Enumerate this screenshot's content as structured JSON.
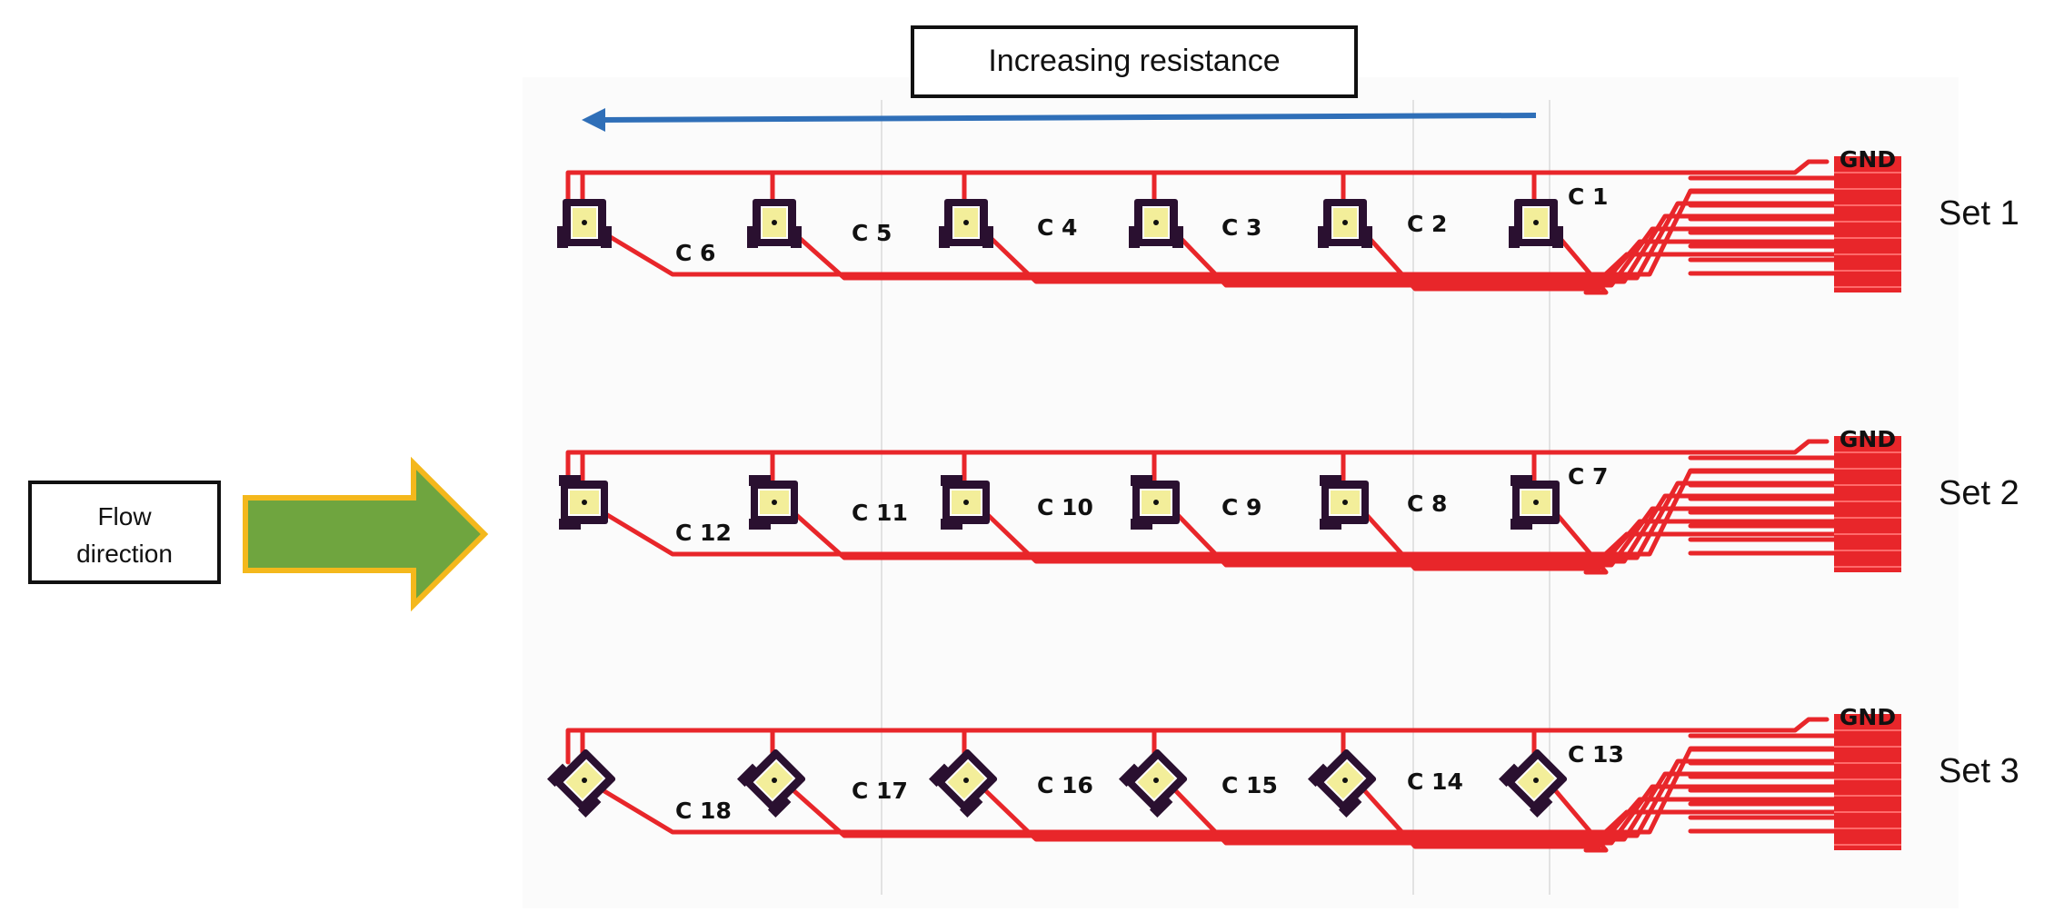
{
  "top_label": "Increasing resistance",
  "flow_label": {
    "line1": "Flow",
    "line2": "direction"
  },
  "gnd_label": "GND",
  "colors": {
    "trace": "#e8262a",
    "arrow_blue": "#2f6fb8",
    "arrow_green": "#6fa53f",
    "arrow_outline": "#f4b81c",
    "component": "#2a1030",
    "pad": "#f3ee9a"
  },
  "sets": [
    {
      "label": "Set 1",
      "rotation": 0,
      "capacitors": [
        "C 1",
        "C 2",
        "C 3",
        "C 4",
        "C 5",
        "C 6"
      ]
    },
    {
      "label": "Set 2",
      "rotation": 90,
      "capacitors": [
        "C 7",
        "C 8",
        "C 9",
        "C 10",
        "C 11",
        "C 12"
      ]
    },
    {
      "label": "Set 3",
      "rotation": 45,
      "capacitors": [
        "C 13",
        "C 14",
        "C 15",
        "C 16",
        "C 17",
        "C 18"
      ]
    }
  ]
}
